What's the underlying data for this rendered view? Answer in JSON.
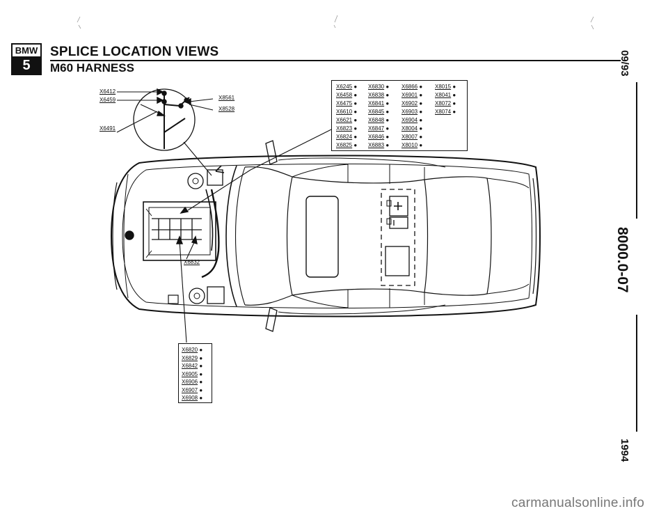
{
  "header": {
    "logo_brand": "BMW",
    "logo_series": "5",
    "title": "SPLICE LOCATION VIEWS",
    "subtitle": "M60 HARNESS"
  },
  "side_labels": {
    "date": "09/93",
    "section": "8000.0-07",
    "year": "1994"
  },
  "callout_labels": {
    "x6412": "X6412",
    "x6459": "X6459",
    "x6491": "X6491",
    "x8561": "X8561",
    "x8528": "X8528",
    "x6832": "X6832"
  },
  "connector_top": {
    "columns": [
      [
        "X6245",
        "X6458",
        "X6475",
        "X6610",
        "X6621",
        "X6823",
        "X6824",
        "X6825"
      ],
      [
        "X6830",
        "X6838",
        "X6841",
        "X6845",
        "X6848",
        "X6847",
        "X6846",
        "X6883"
      ],
      [
        "X6866",
        "X6901",
        "X6902",
        "X6903",
        "X6904",
        "X8004",
        "X8007",
        "X8010"
      ],
      [
        "X8015",
        "X8041",
        "X8072",
        "X8074"
      ]
    ],
    "bullet": "●"
  },
  "connector_bottom": {
    "items": [
      "X6820",
      "X6829",
      "X6842",
      "X6905",
      "X6906",
      "X6907",
      "X6908"
    ],
    "bullet": "●"
  },
  "footer": {
    "watermark": "carmanualsonline.info"
  }
}
